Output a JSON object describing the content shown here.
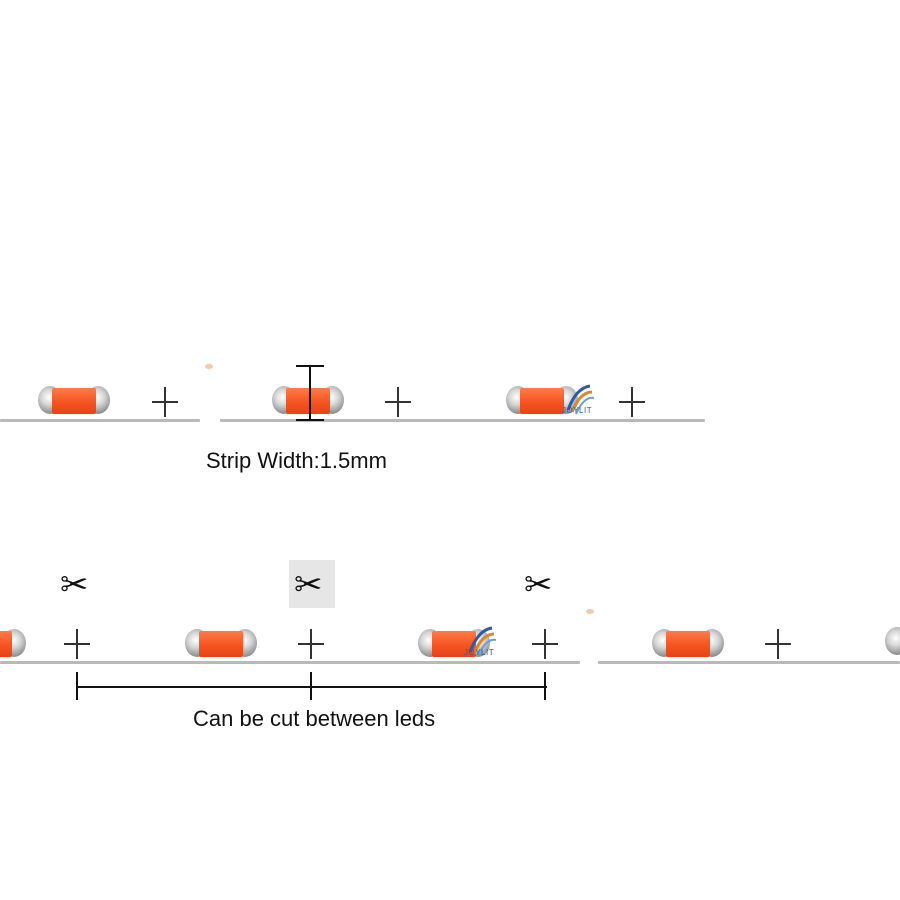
{
  "labels": {
    "strip_width": "Strip Width:1.5mm",
    "cut_note": "Can be cut between leds",
    "brand": "JOYLIT"
  },
  "icons": {
    "cut_marker": "scissors-icon",
    "solder_point": "plus-icon",
    "brand_logo": "joylit-logo-icon"
  },
  "colors": {
    "led_chip": "#f4511e",
    "strip": "#b9b9b9",
    "text": "#111111",
    "logo": "#2a5caa"
  }
}
